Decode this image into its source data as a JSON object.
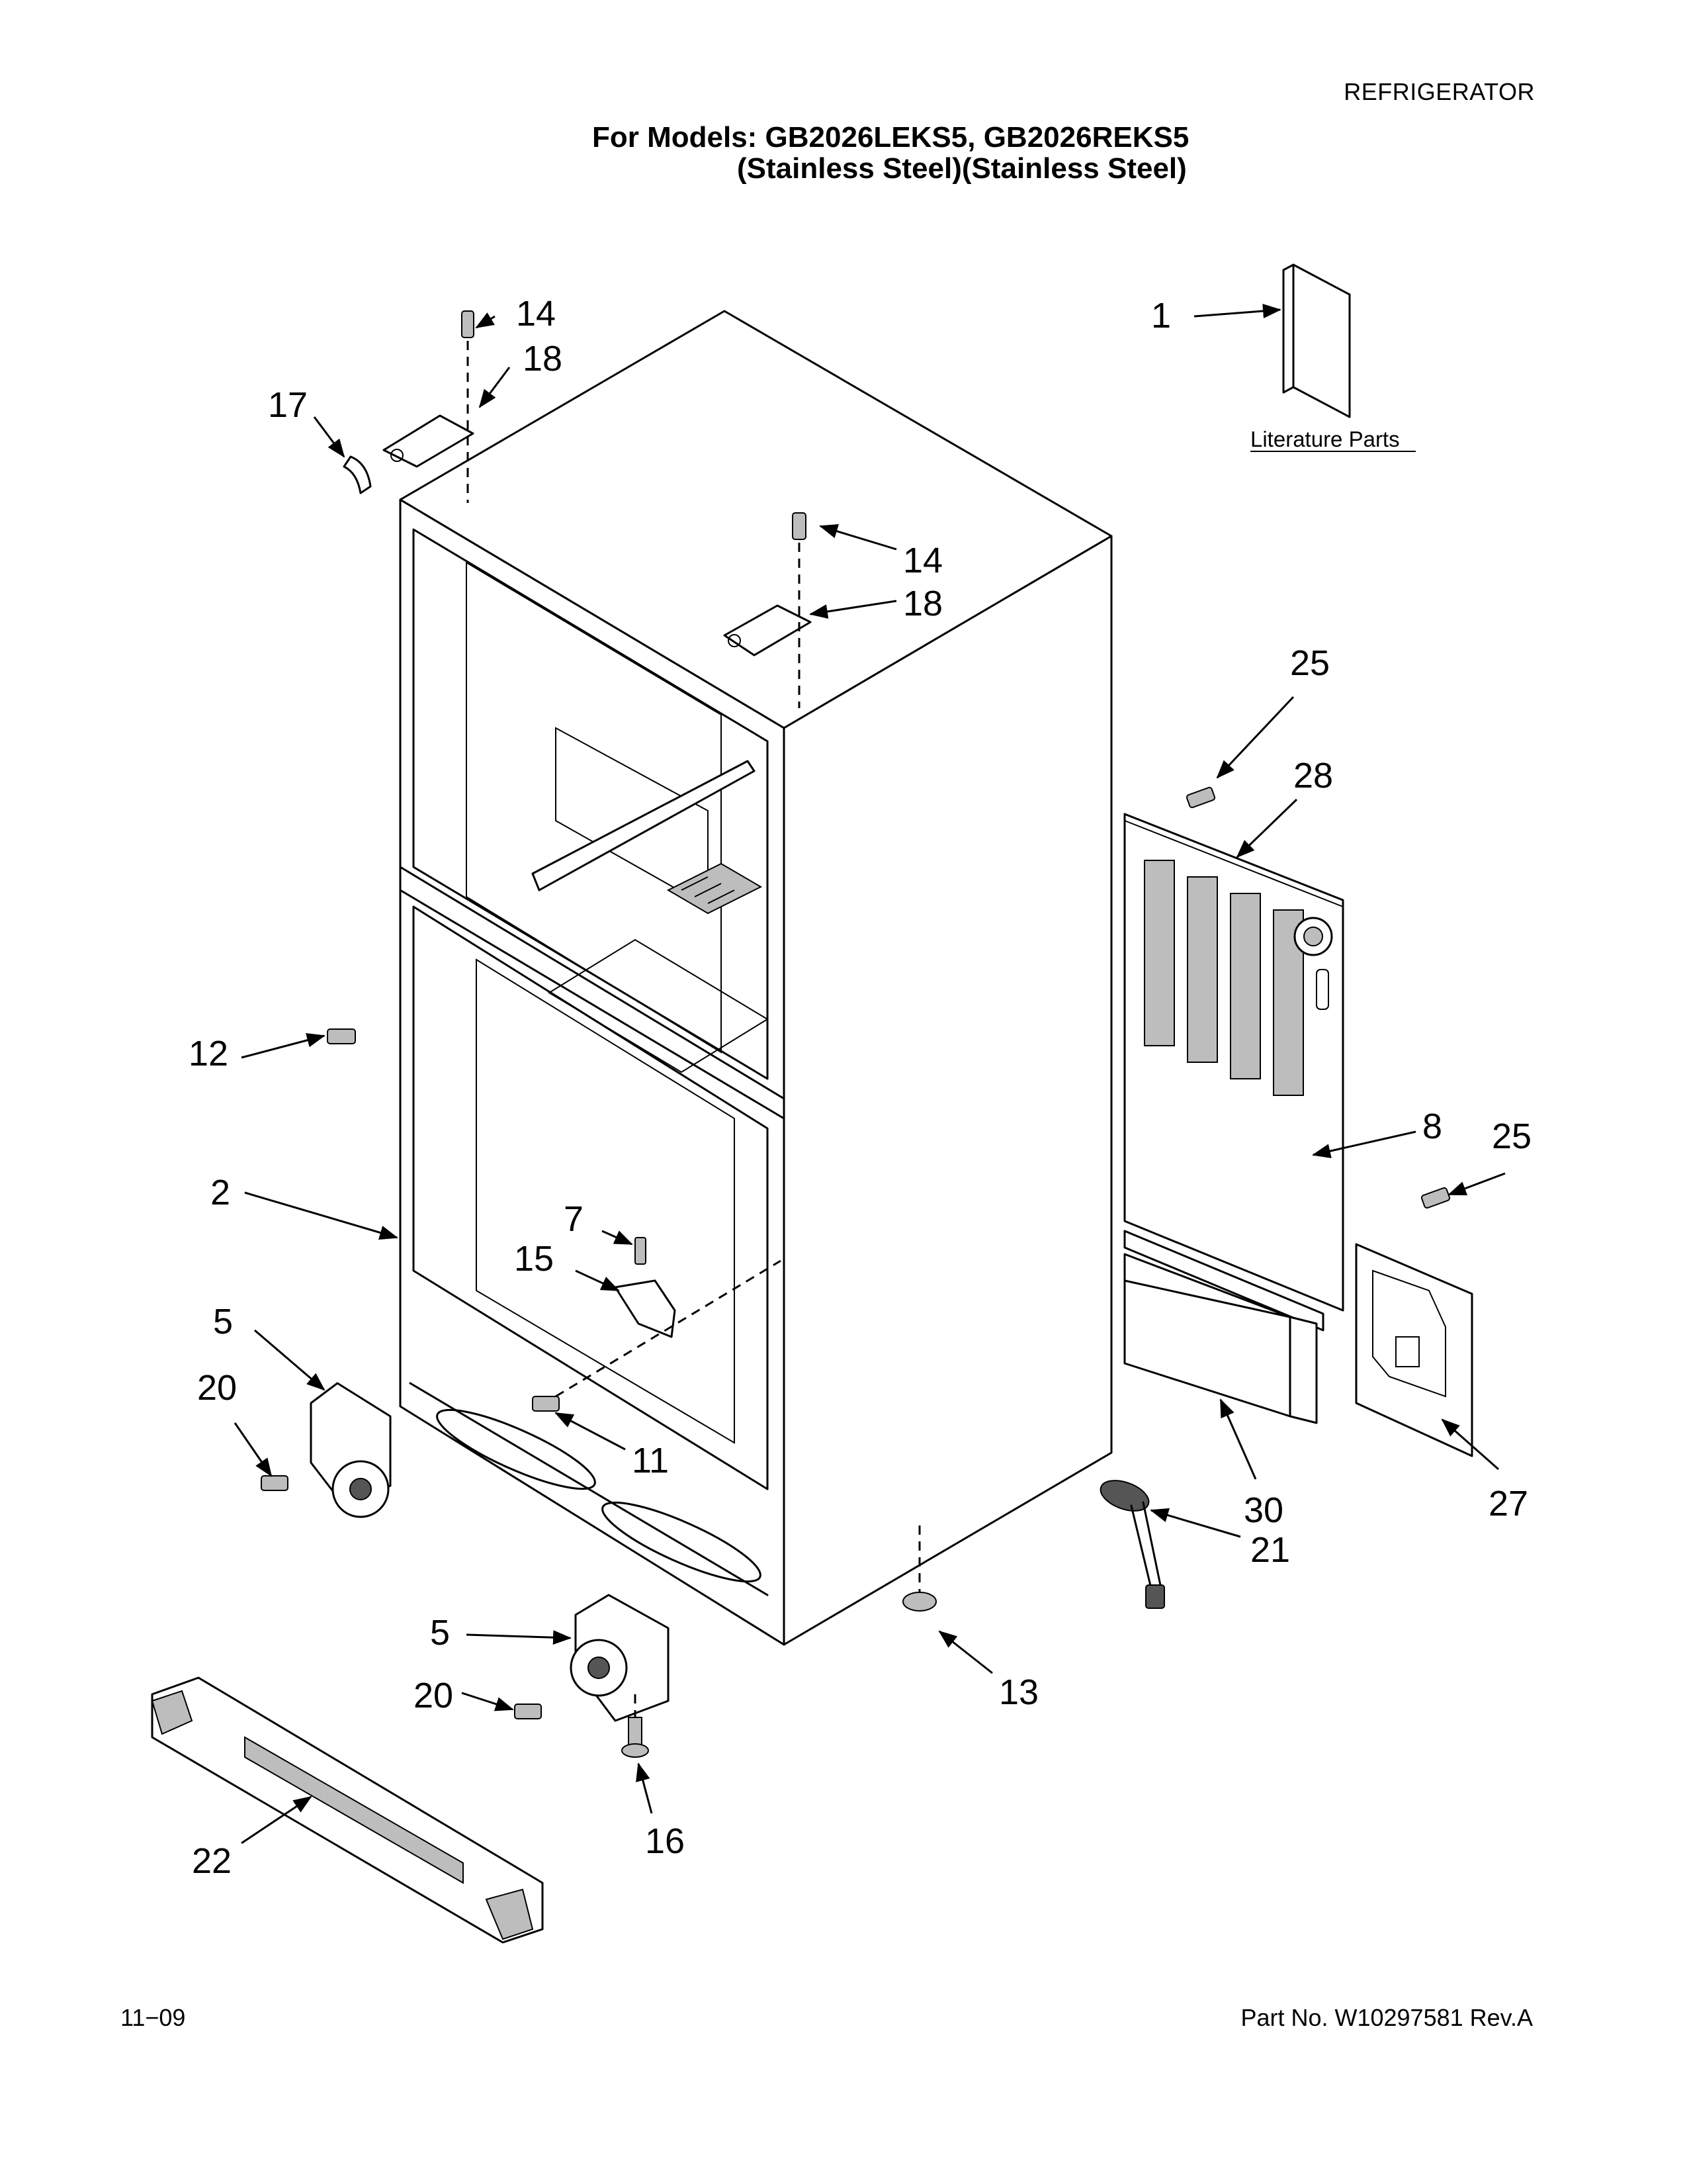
{
  "header": {
    "category": "REFRIGERATOR",
    "title_line1": "For Models: GB2026LEKS5, GB2026REKS5",
    "title_line2": "(Stainless Steel)(Stainless Steel)"
  },
  "literature_label": "Literature Parts",
  "callouts": [
    "1",
    "2",
    "5",
    "5",
    "7",
    "8",
    "11",
    "12",
    "13",
    "14",
    "14",
    "15",
    "16",
    "17",
    "18",
    "18",
    "20",
    "20",
    "21",
    "22",
    "25",
    "25",
    "27",
    "28",
    "30"
  ],
  "footer": {
    "date": "11−09",
    "part_number": "Part No. W10297581 Rev.A"
  }
}
